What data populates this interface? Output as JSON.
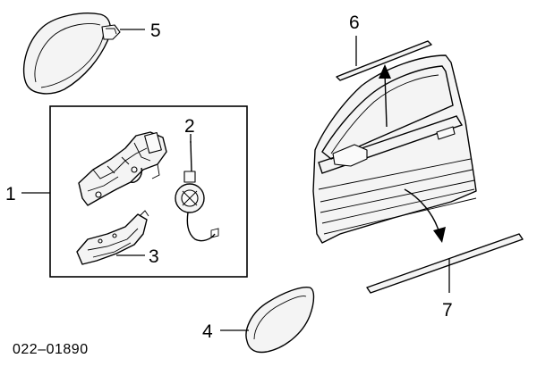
{
  "diagram": {
    "callouts": [
      {
        "id": "1",
        "text": "1"
      },
      {
        "id": "2",
        "text": "2"
      },
      {
        "id": "3",
        "text": "3"
      },
      {
        "id": "4",
        "text": "4"
      },
      {
        "id": "5",
        "text": "5"
      },
      {
        "id": "6",
        "text": "6"
      },
      {
        "id": "7",
        "text": "7"
      }
    ],
    "reference_code": "022–01890"
  }
}
